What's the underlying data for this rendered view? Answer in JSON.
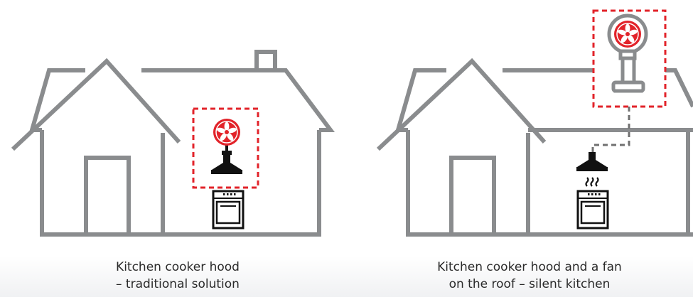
{
  "captions": {
    "traditional": {
      "line1": "Kitchen cooker hood",
      "line2": "– traditional solution"
    },
    "roof_fan": {
      "line1": "Kitchen cooker hood and a fan",
      "line2": "on the roof – silent kitchen"
    }
  },
  "colors": {
    "house_outline": "#8a8c8e",
    "highlight_box": "#e2232a",
    "fan_red": "#e2232a",
    "appliance": "#111111",
    "connector": "#707070"
  },
  "icons": [
    "house-icon",
    "fan-icon",
    "cooker-hood-icon",
    "stove-icon",
    "steam-icon",
    "roof-vent-icon"
  ]
}
